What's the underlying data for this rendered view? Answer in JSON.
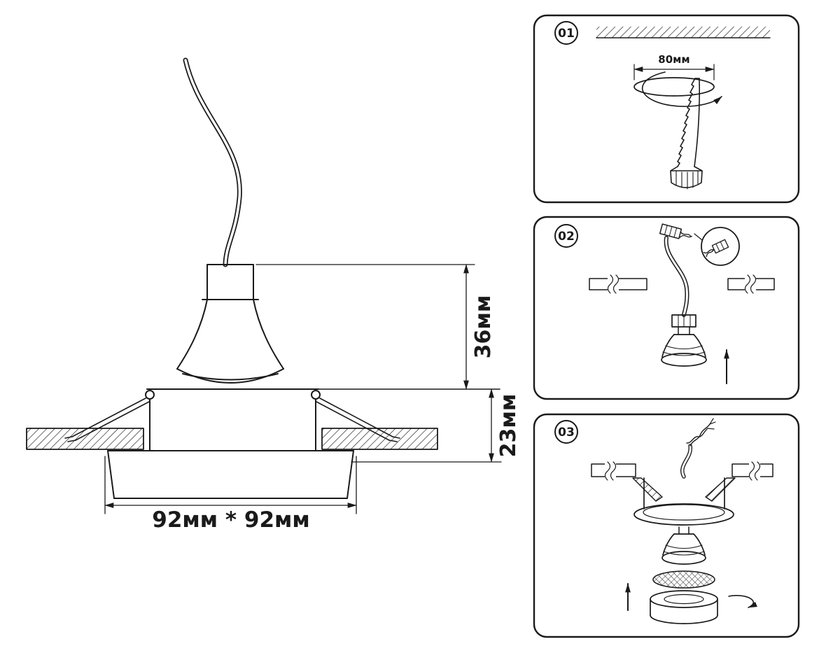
{
  "title": "recessed-spotlight-installation-diagram",
  "main": {
    "dimensions": {
      "body_height": "36мм",
      "recess_depth": "23мм",
      "trim_size": "92мм * 92мм"
    }
  },
  "steps": [
    {
      "number": "01",
      "hole_diameter": "80мм",
      "icons": [
        "hole-saw-drill",
        "rotation-arrow",
        "ceiling-hatch"
      ]
    },
    {
      "number": "02",
      "icons": [
        "magnifier-detail",
        "terminal-block",
        "gu10-lamp",
        "up-arrow",
        "ceiling-section"
      ]
    },
    {
      "number": "03",
      "icons": [
        "spring-clips",
        "fixture-housing",
        "gu10-lamp",
        "mesh-ring",
        "trim-ring",
        "up-arrow",
        "rotation-arrow"
      ]
    }
  ],
  "colors": {
    "line": "#1a1a1a",
    "background": "#ffffff"
  }
}
